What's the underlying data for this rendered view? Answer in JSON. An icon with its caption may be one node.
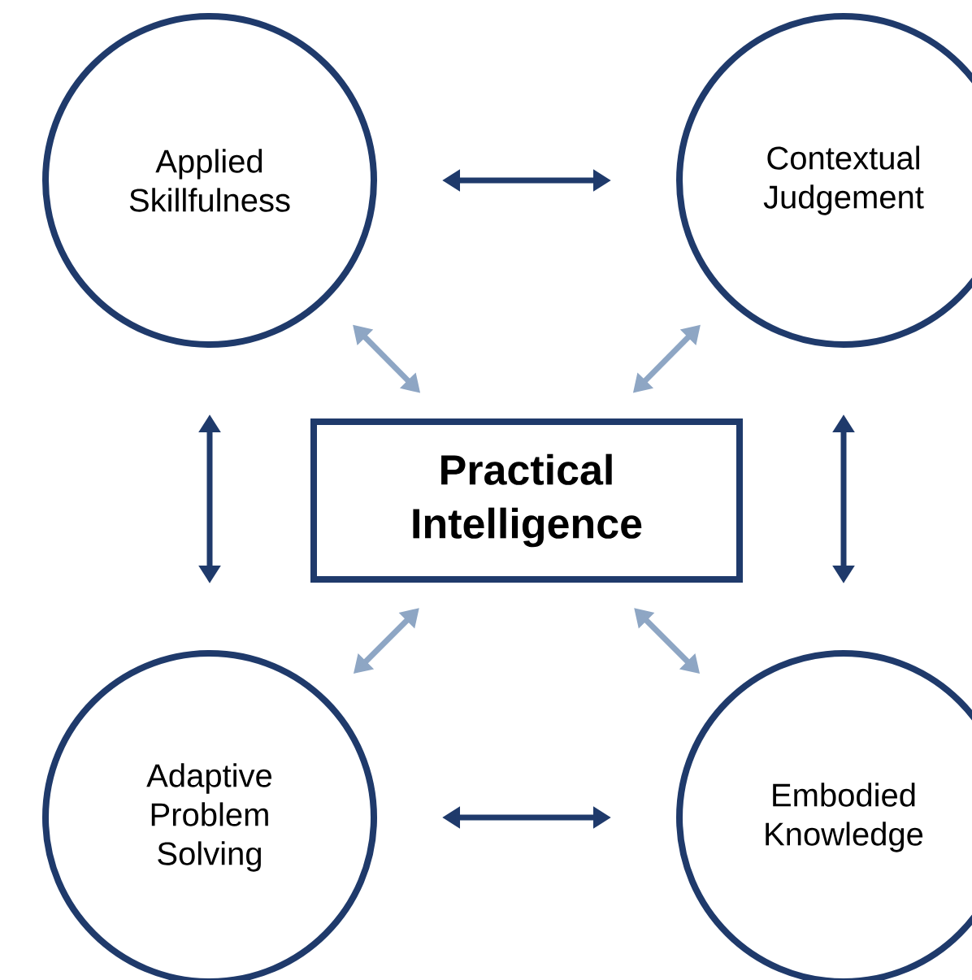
{
  "diagram": {
    "nodes": [
      {
        "text": [
          "Applied Skillfulness"
        ]
      },
      {
        "text": [
          "Contextual Judgement"
        ]
      },
      {
        "text": [
          "Practical Intelligence"
        ]
      },
      {
        "text": [
          "Adaptive Problem Solving"
        ]
      },
      {
        "text": [
          "Embodied Knowledge"
        ]
      }
    ],
    "edges": [
      {
        "from": 0,
        "to": 1,
        "arrow": "both"
      },
      {
        "from": 0,
        "to": 2,
        "arrow": "both",
        "color": "#8ea6c4"
      },
      {
        "from": 1,
        "to": 2,
        "arrow": "both",
        "color": "#8ea6c4"
      },
      {
        "from": 0,
        "to": 3,
        "arrow": "both"
      },
      {
        "from": 1,
        "to": 4,
        "arrow": "both"
      },
      {
        "from": 2,
        "to": 3,
        "arrow": "both",
        "color": "#8ea6c4"
      },
      {
        "from": 2,
        "to": 4,
        "arrow": "both",
        "color": "#8ea6c4"
      },
      {
        "from": 3,
        "to": 4,
        "arrow": "both"
      }
    ]
  }
}
